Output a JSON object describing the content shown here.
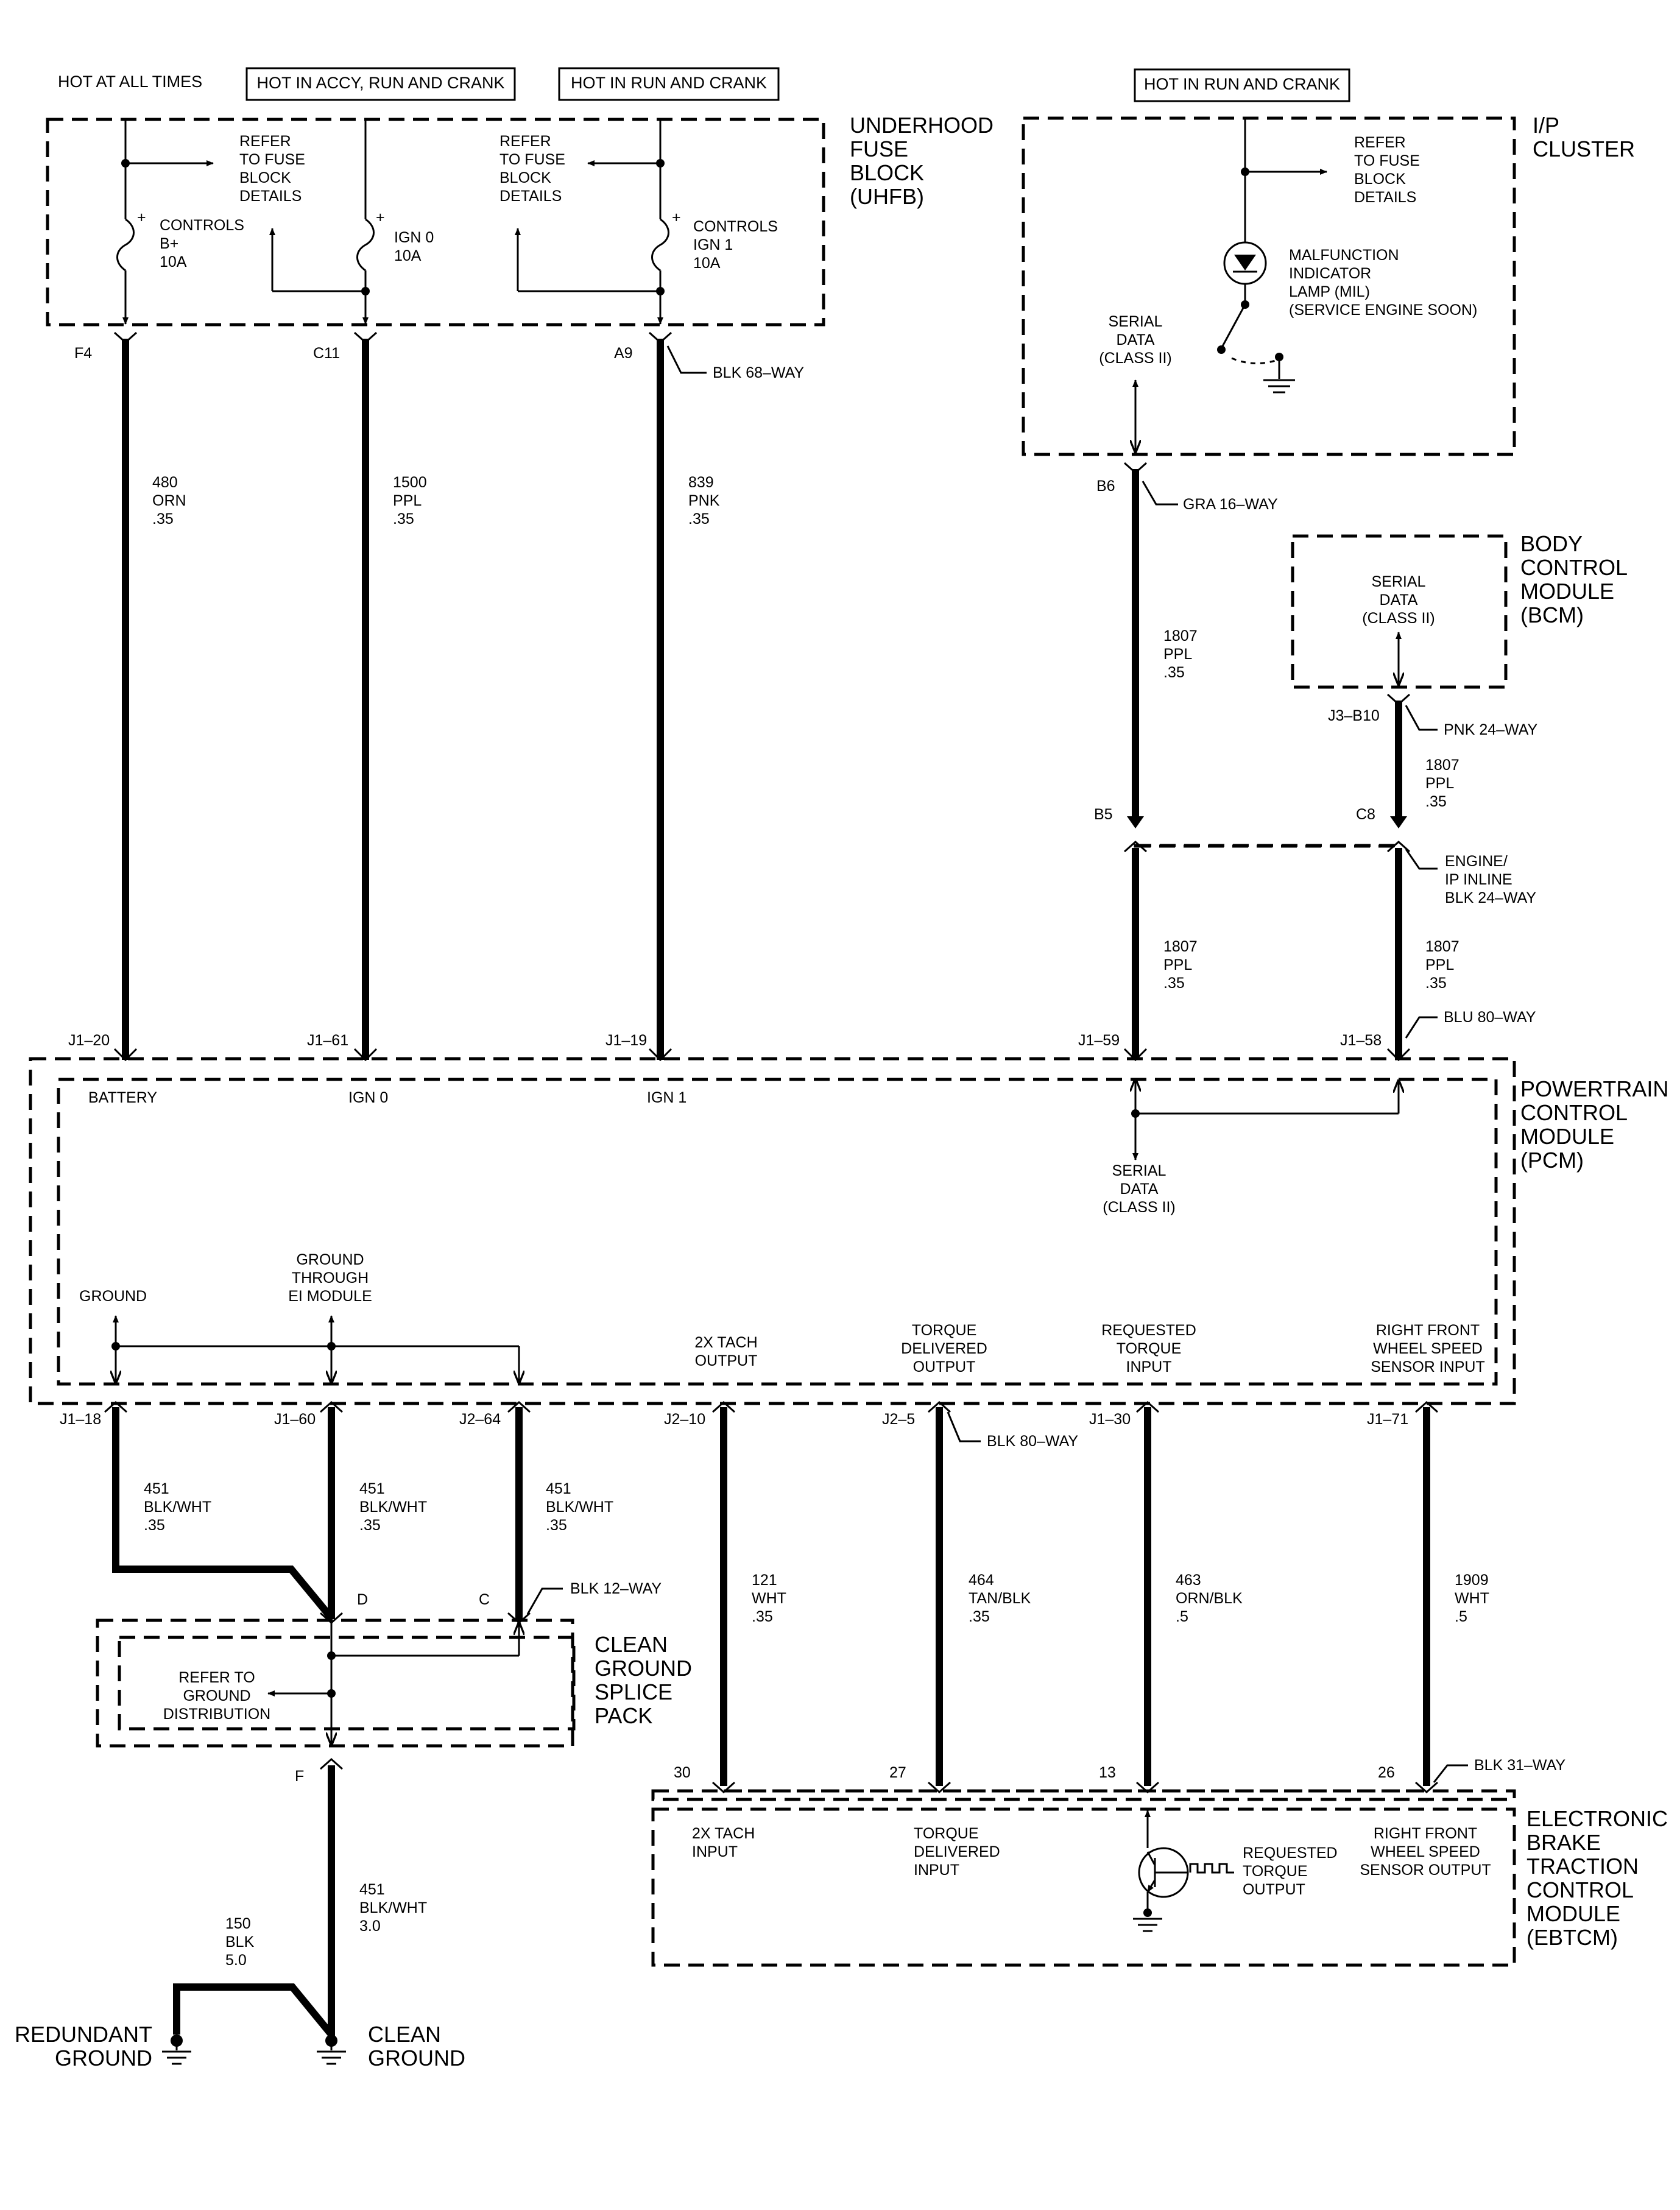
{
  "power_labels": {
    "hot_at_all_times": "HOT AT ALL TIMES",
    "hot_accy_run_crank": "HOT IN ACCY, RUN AND CRANK",
    "hot_run_crank_fuse": "HOT IN RUN AND CRANK",
    "hot_run_crank_cluster": "HOT IN RUN AND CRANK"
  },
  "uhfb": {
    "title": [
      "UNDERHOOD",
      "FUSE",
      "BLOCK",
      "(UHFB)"
    ],
    "refer_left": [
      "REFER",
      "TO FUSE",
      "BLOCK",
      "DETAILS"
    ],
    "refer_right": [
      "REFER",
      "TO FUSE",
      "BLOCK",
      "DETAILS"
    ],
    "fuse1": [
      "CONTROLS",
      "B+",
      "10A"
    ],
    "fuse2": [
      "IGN 0",
      "10A"
    ],
    "fuse3": [
      "CONTROLS",
      "IGN 1",
      "10A"
    ],
    "pin_f4": "F4",
    "pin_c11": "C11",
    "pin_a9": "A9",
    "connector": "BLK 68–WAY"
  },
  "ip_cluster": {
    "title": [
      "I/P",
      "CLUSTER"
    ],
    "refer": [
      "REFER",
      "TO FUSE",
      "BLOCK",
      "DETAILS"
    ],
    "mil": [
      "MALFUNCTION",
      "INDICATOR",
      "LAMP (MIL)",
      "(SERVICE ENGINE SOON)"
    ],
    "serial": [
      "SERIAL",
      "DATA",
      "(CLASS II)"
    ],
    "pin_b6": "B6",
    "connector": "GRA 16–WAY"
  },
  "bcm": {
    "title": [
      "BODY",
      "CONTROL",
      "MODULE",
      "(BCM)"
    ],
    "serial": [
      "SERIAL",
      "DATA",
      "(CLASS II)"
    ],
    "pin": "J3–B10",
    "connector": "PNK 24–WAY"
  },
  "inline": {
    "pin_b5": "B5",
    "pin_c8": "C8",
    "label": [
      "ENGINE/",
      "IP INLINE",
      "BLK 24–WAY"
    ]
  },
  "wires": {
    "w480": [
      "480",
      "ORN",
      ".35"
    ],
    "w1500": [
      "1500",
      "PPL",
      ".35"
    ],
    "w839": [
      "839",
      "PNK",
      ".35"
    ],
    "w1807a": [
      "1807",
      "PPL",
      ".35"
    ],
    "w1807b": [
      "1807",
      "PPL",
      ".35"
    ],
    "w1807c": [
      "1807",
      "PPL",
      ".35"
    ],
    "w1807d": [
      "1807",
      "PPL",
      ".35"
    ],
    "w451a": [
      "451",
      "BLK/WHT",
      ".35"
    ],
    "w451b": [
      "451",
      "BLK/WHT",
      ".35"
    ],
    "w451c": [
      "451",
      "BLK/WHT",
      ".35"
    ],
    "w121": [
      "121",
      "WHT",
      ".35"
    ],
    "w464": [
      "464",
      "TAN/BLK",
      ".35"
    ],
    "w463": [
      "463",
      "ORN/BLK",
      ".5"
    ],
    "w1909": [
      "1909",
      "WHT",
      ".5"
    ],
    "w451d": [
      "451",
      "BLK/WHT",
      "3.0"
    ],
    "w150": [
      "150",
      "BLK",
      "5.0"
    ]
  },
  "pcm": {
    "title": [
      "POWERTRAIN",
      "CONTROL",
      "MODULE",
      "(PCM)"
    ],
    "pin_j1_20": "J1–20",
    "pin_j1_61": "J1–61",
    "pin_j1_19": "J1–19",
    "pin_j1_59": "J1–59",
    "pin_j1_58": "J1–58",
    "connector_top": "BLU 80–WAY",
    "battery": "BATTERY",
    "ign0": "IGN 0",
    "ign1": "IGN 1",
    "serial": [
      "SERIAL",
      "DATA",
      "(CLASS II)"
    ],
    "ground": "GROUND",
    "ground_ei": [
      "GROUND",
      "THROUGH",
      "EI MODULE"
    ],
    "tach_out": [
      "2X TACH",
      "OUTPUT"
    ],
    "torque_del_out": [
      "TORQUE",
      "DELIVERED",
      "OUTPUT"
    ],
    "torque_req_in": [
      "REQUESTED",
      "TORQUE",
      "INPUT"
    ],
    "rf_wheel_in": [
      "RIGHT FRONT",
      "WHEEL SPEED",
      "SENSOR INPUT"
    ],
    "pin_j1_18": "J1–18",
    "pin_j1_60": "J1–60",
    "pin_j2_64": "J2–64",
    "pin_j2_10": "J2–10",
    "pin_j2_5": "J2–5",
    "pin_j1_30": "J1–30",
    "pin_j1_71": "J1–71",
    "connector_bottom": "BLK 80–WAY"
  },
  "splice": {
    "title": [
      "CLEAN",
      "GROUND",
      "SPLICE",
      "PACK"
    ],
    "refer": [
      "REFER TO",
      "GROUND",
      "DISTRIBUTION"
    ],
    "pin_d": "D",
    "pin_c": "C",
    "pin_f": "F",
    "connector": "BLK 12–WAY"
  },
  "ebtcm": {
    "title": [
      "ELECTRONIC",
      "BRAKE",
      "TRACTION",
      "CONTROL",
      "MODULE",
      "(EBTCM)"
    ],
    "tach_in": [
      "2X TACH",
      "INPUT"
    ],
    "torque_del_in": [
      "TORQUE",
      "DELIVERED",
      "INPUT"
    ],
    "torque_req_out": [
      "REQUESTED",
      "TORQUE",
      "OUTPUT"
    ],
    "rf_wheel_out": [
      "RIGHT FRONT",
      "WHEEL SPEED",
      "SENSOR OUTPUT"
    ],
    "pin_30": "30",
    "pin_27": "27",
    "pin_13": "13",
    "pin_26": "26",
    "connector": "BLK 31–WAY"
  },
  "grounds": {
    "redundant": [
      "REDUNDANT",
      "GROUND"
    ],
    "clean": [
      "CLEAN",
      "GROUND"
    ]
  }
}
